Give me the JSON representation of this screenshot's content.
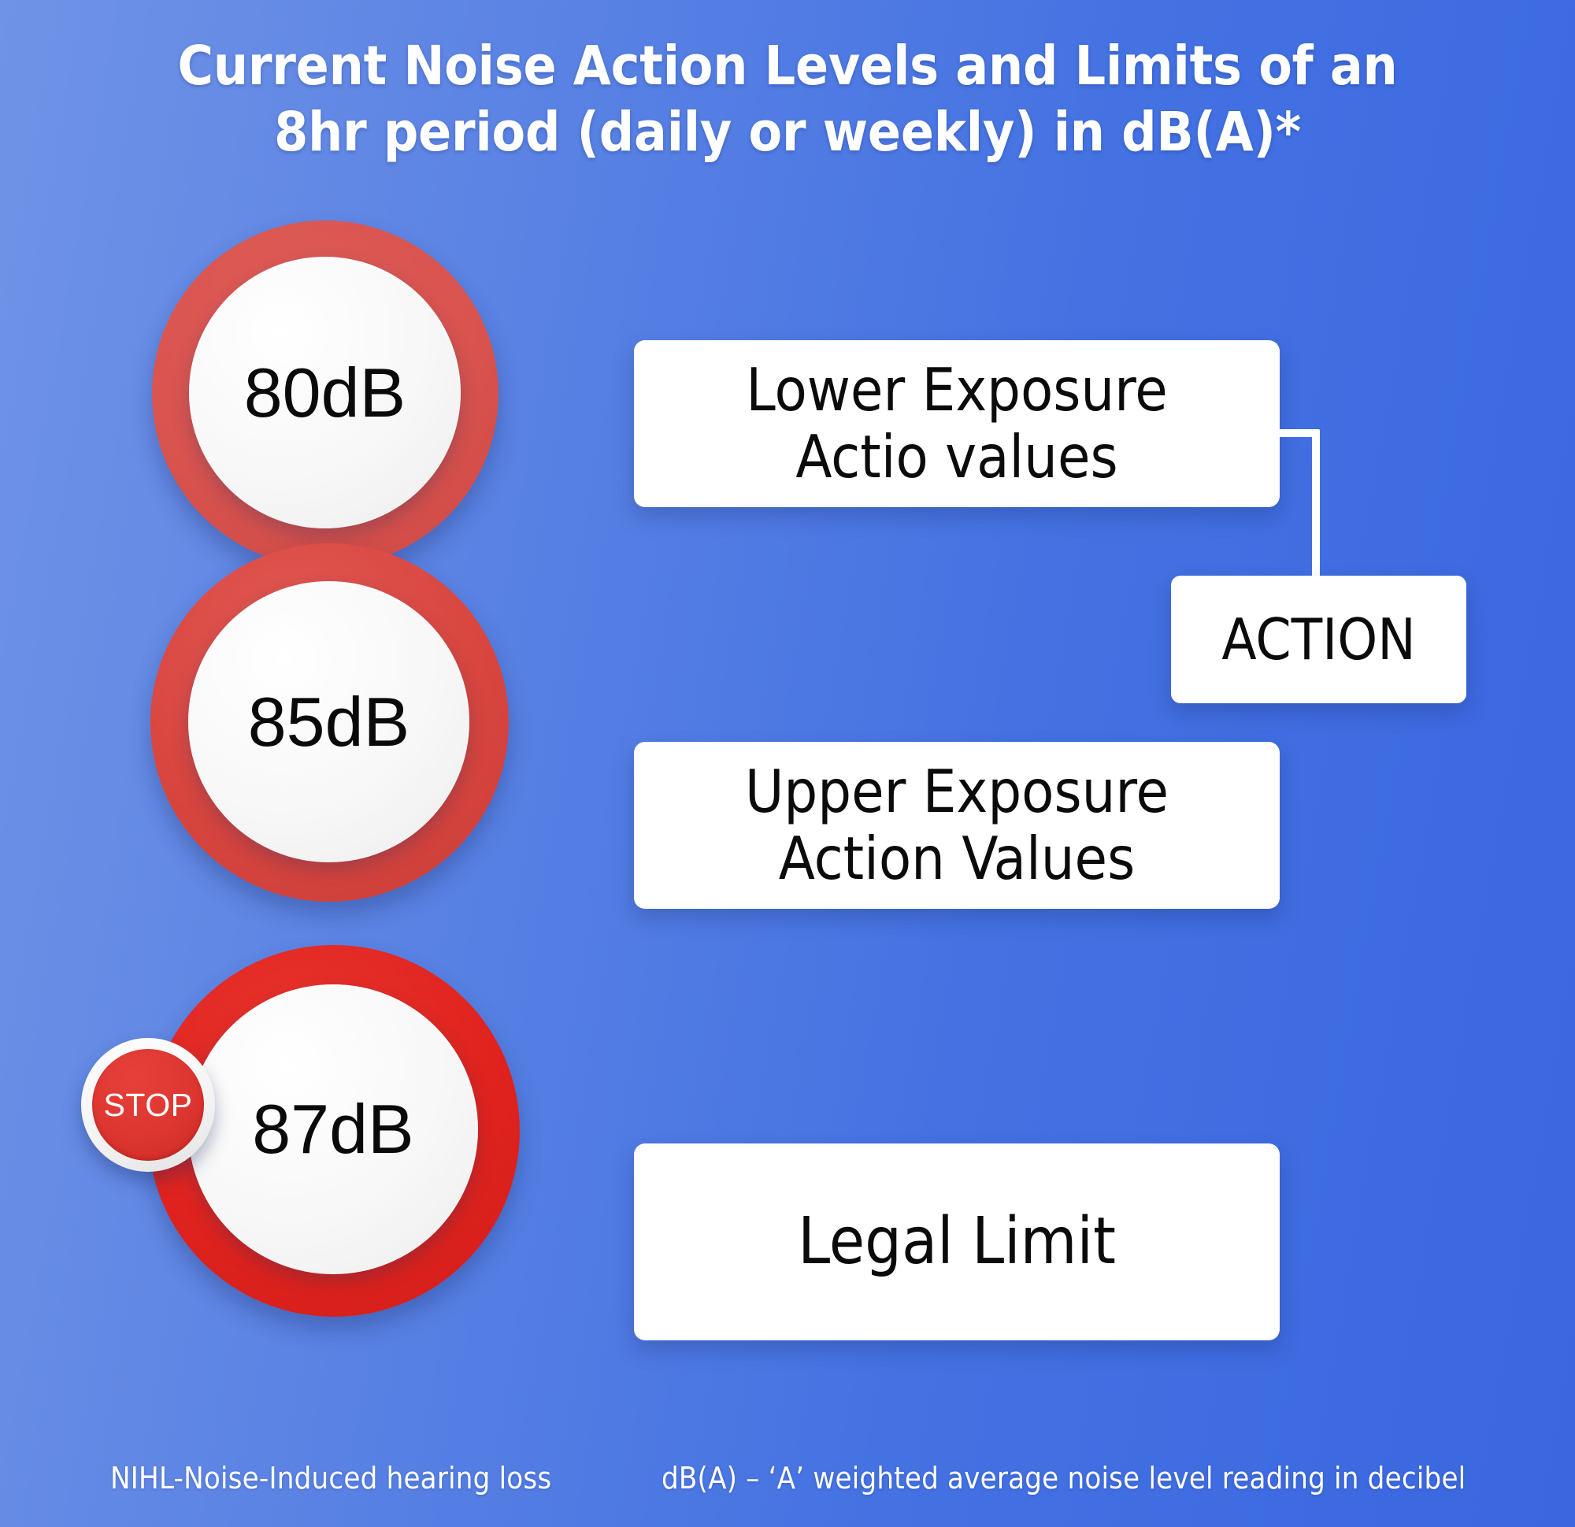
{
  "title": {
    "line1": "Current Noise Action Levels and Limits of an",
    "line2": "8hr period (daily or weekly) in dB(A)*"
  },
  "colors": {
    "background_left": "#6f93e6",
    "background_right": "#3a66e0",
    "ring_red_light": "#d9534f",
    "ring_red_mid": "#d9453f",
    "ring_red_bright": "#e0231e",
    "stop_red": "#dd3630",
    "box_white": "#ffffff",
    "text_dark": "#0b0b0b",
    "text_light": "#ffffff"
  },
  "levels": [
    {
      "id": "lower",
      "db_label": "80dB",
      "box_line1": "Lower Exposure",
      "box_line2": "Actio values",
      "badge": null
    },
    {
      "id": "upper",
      "db_label": "85dB",
      "box_line1": "Upper Exposure",
      "box_line2": "Action Values",
      "badge": null
    },
    {
      "id": "limit",
      "db_label": "87dB",
      "box_line1": "Legal Limit",
      "box_line2": "",
      "badge": "STOP"
    }
  ],
  "action_callout": {
    "label": "ACTION",
    "connector_icon": "elbow-connector-line"
  },
  "footnotes": {
    "left": "NIHL-Noise-Induced hearing loss",
    "right": "dB(A) – ‘A’ weighted average noise level reading in decibel"
  }
}
